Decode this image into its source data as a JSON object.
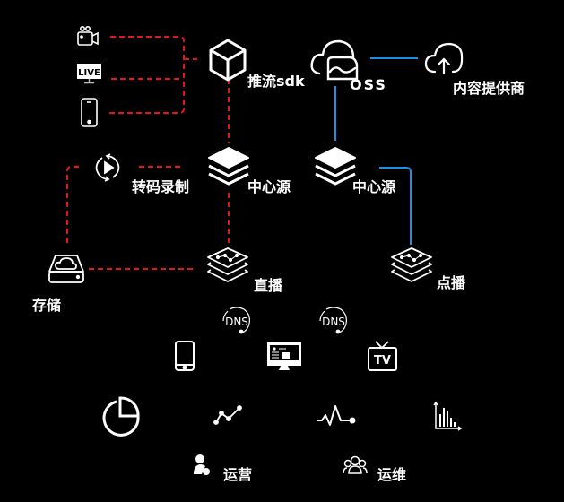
{
  "colors": {
    "background": "#000000",
    "foreground": "#ffffff",
    "live_path": "#e8141c",
    "vod_path": "#1a8fe8"
  },
  "nodes": {
    "camera": {
      "icon": "video-camera-icon"
    },
    "live_tv": {
      "icon": "live-tv-icon",
      "badge": "LIVE"
    },
    "phone_source": {
      "icon": "smartphone-icon"
    },
    "push_sdk": {
      "icon": "cube-icon",
      "label": "推流sdk"
    },
    "oss": {
      "icon": "cloud-storage-icon",
      "label": "OSS"
    },
    "content_provider": {
      "icon": "cloud-upload-icon",
      "label": "内容提供商"
    },
    "transcode": {
      "icon": "refresh-play-icon",
      "label": "转码录制"
    },
    "origin_live": {
      "icon": "stack-layers-icon",
      "label": "中心源"
    },
    "origin_vod": {
      "icon": "stack-layers-icon",
      "label": "中心源"
    },
    "storage": {
      "icon": "cloud-drive-icon",
      "label": "存储"
    },
    "live": {
      "icon": "layers-chart-icon",
      "label": "直播"
    },
    "vod": {
      "icon": "layers-chart-icon",
      "label": "点播"
    },
    "dns_1": {
      "icon": "dns-icon",
      "text": "DNS"
    },
    "dns_2": {
      "icon": "dns-icon",
      "text": "DNS"
    },
    "client_phone": {
      "icon": "smartphone-icon"
    },
    "client_desktop": {
      "icon": "desktop-monitor-icon"
    },
    "client_tv": {
      "icon": "tv-icon",
      "text": "TV"
    }
  },
  "analytics_icons": [
    "pie-chart-icon",
    "line-chart-icon",
    "pulse-icon",
    "bar-chart-icon"
  ],
  "teams": [
    {
      "icon": "user-icon",
      "label": "运营"
    },
    {
      "icon": "group-icon",
      "label": "运维"
    }
  ]
}
